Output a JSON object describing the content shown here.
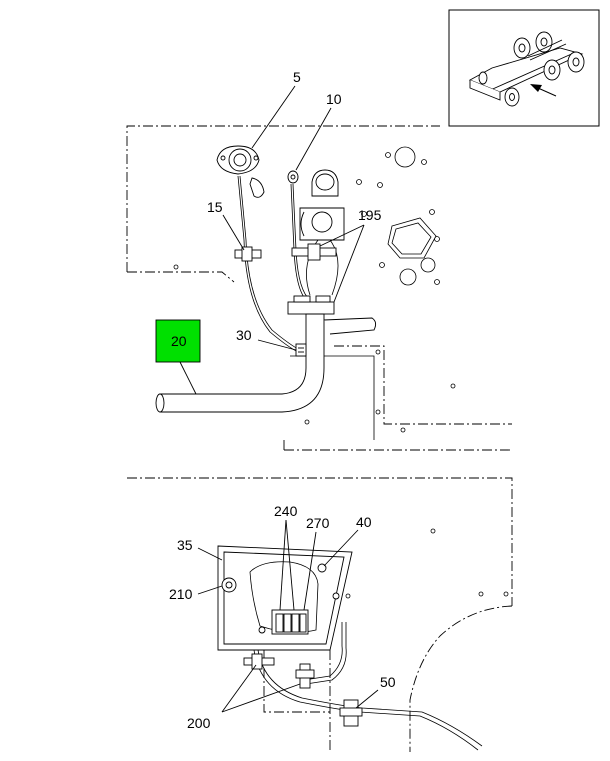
{
  "diagram": {
    "callouts": {
      "c5": "5",
      "c10": "10",
      "c15": "15",
      "c195": "195",
      "c20": "20",
      "c30": "30",
      "c35": "35",
      "c210": "210",
      "c240": "240",
      "c270": "270",
      "c40": "40",
      "c200": "200",
      "c50": "50"
    },
    "colors": {
      "highlight": "#00e000",
      "line": "#000000",
      "background": "#ffffff"
    },
    "inset_icon": "truck-chassis-locator-icon"
  }
}
